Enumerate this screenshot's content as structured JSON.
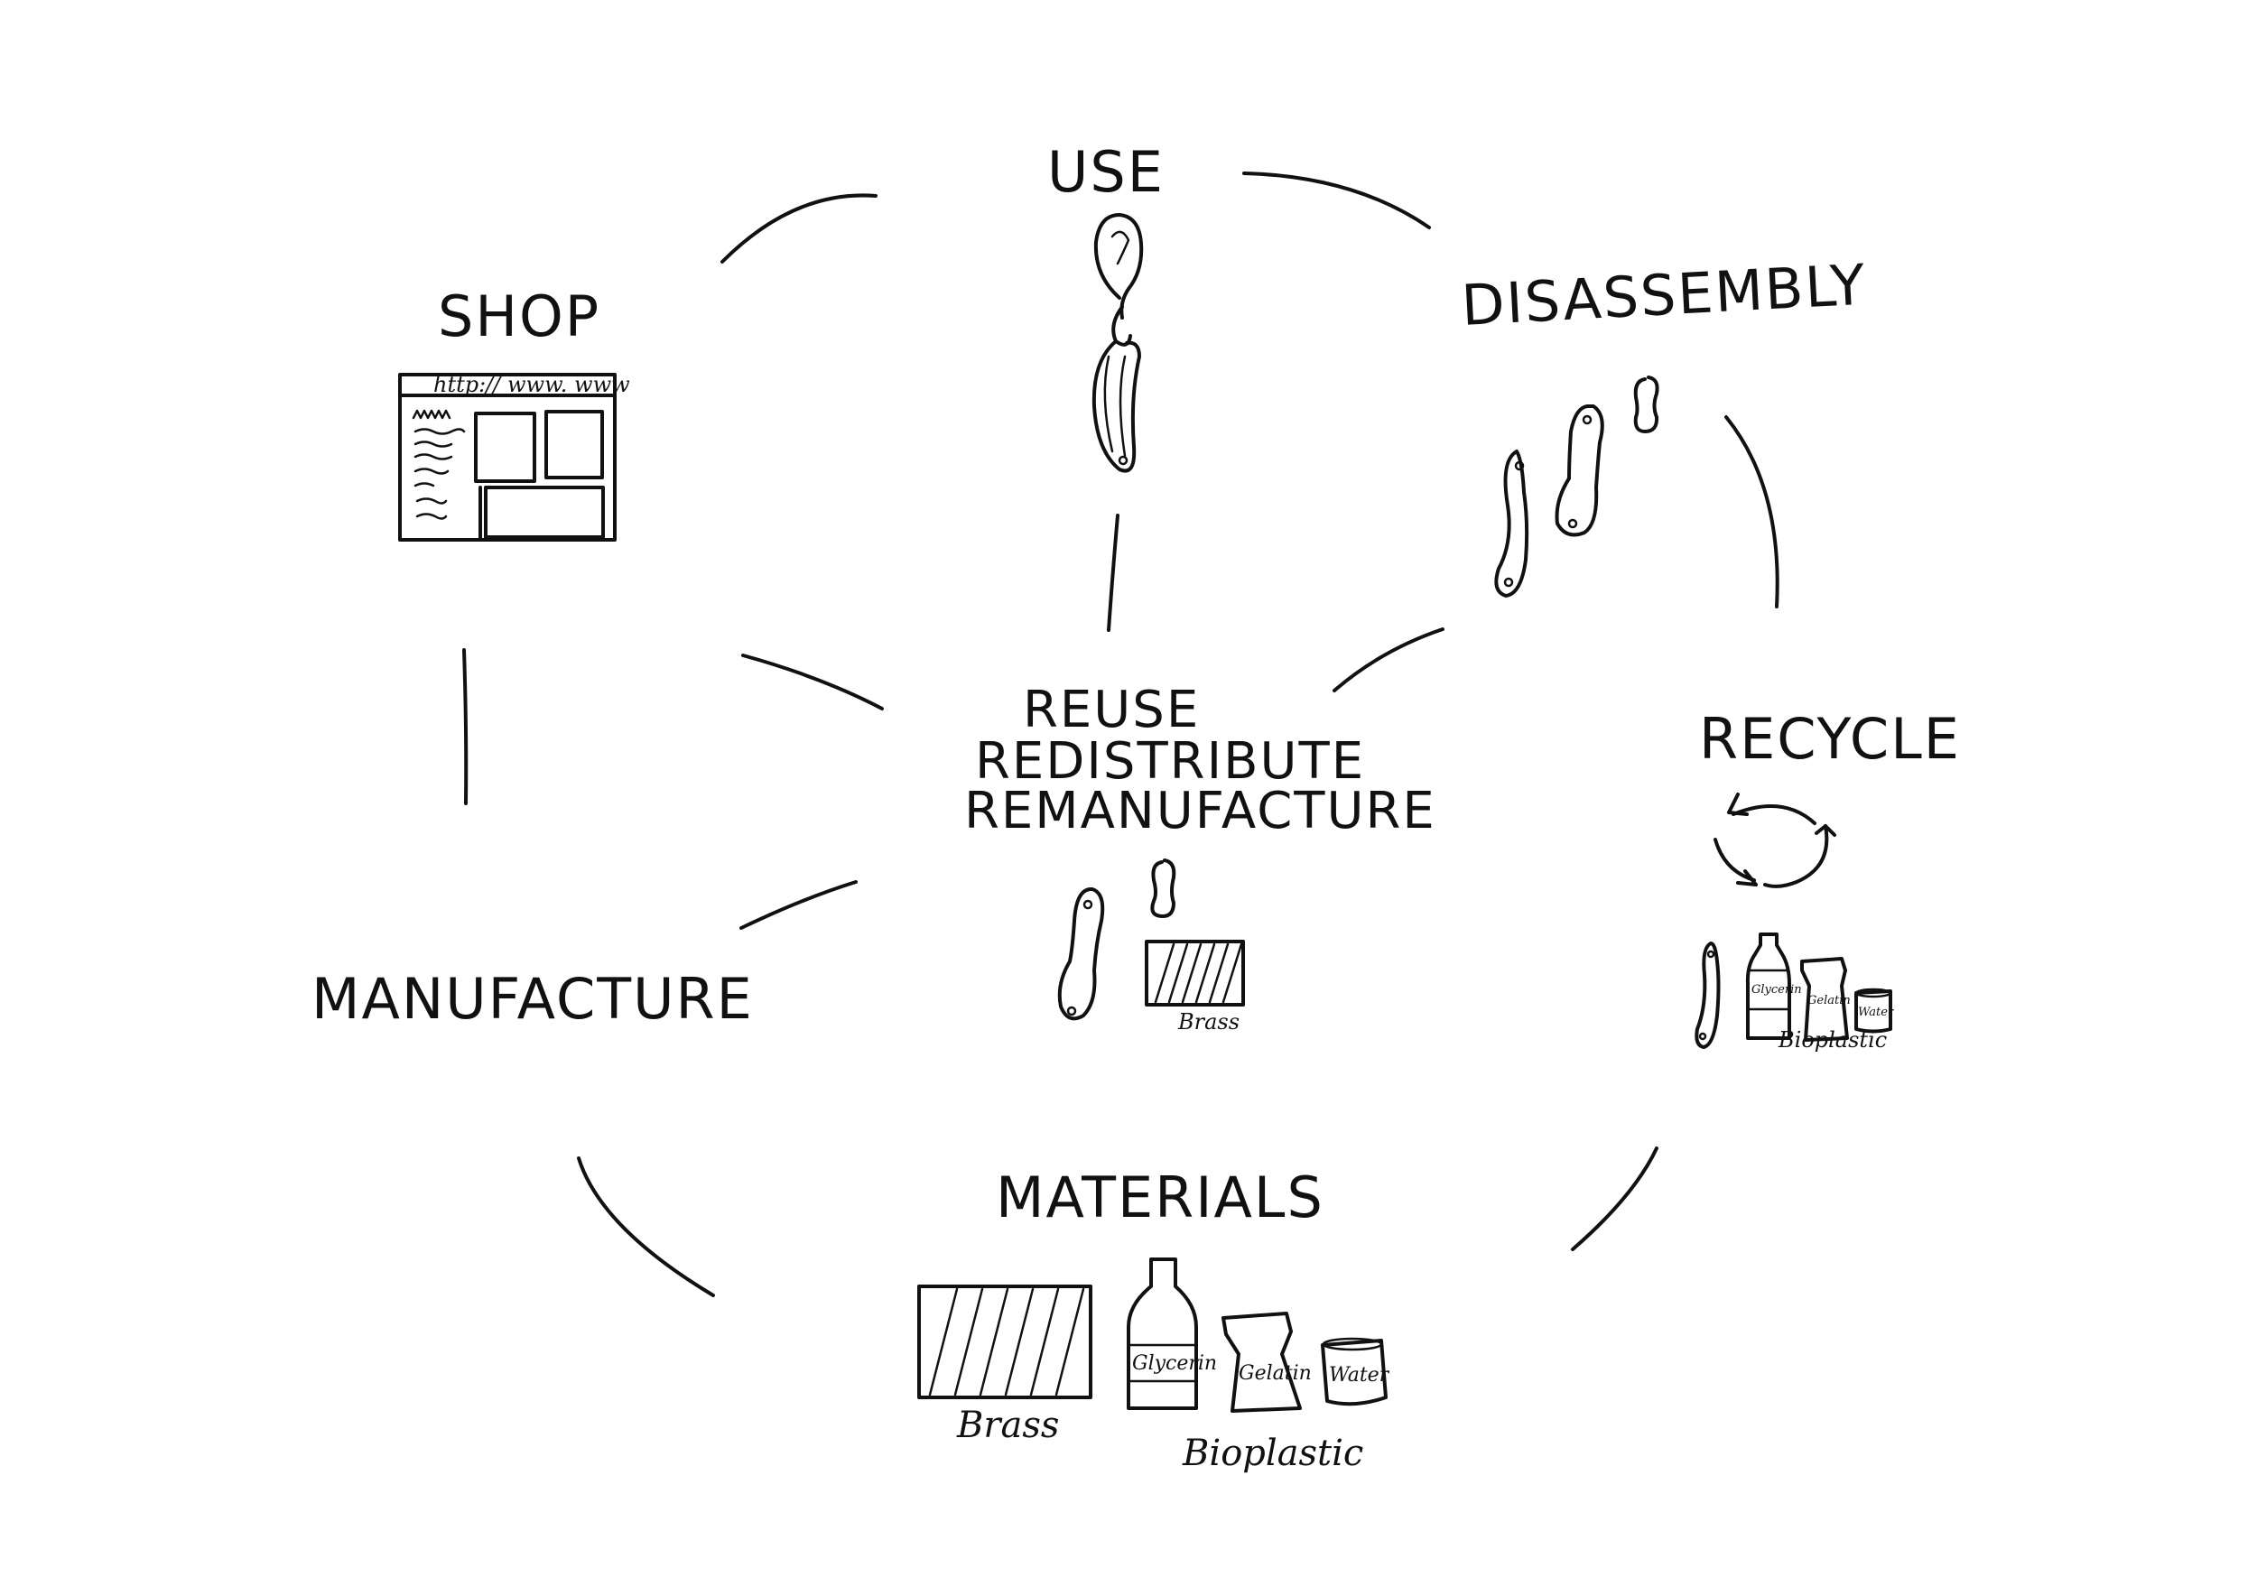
{
  "diagram": {
    "stages": {
      "use": "USE",
      "shop": "SHOP",
      "disassembly": "DISASSEMBLY",
      "recycle": "RECYCLE",
      "manufacture": "MANUFACTURE",
      "materials": "MATERIALS"
    },
    "center": {
      "line1": "REUSE",
      "line2": "REDISTRIBUTE",
      "line3": "REMANUFACTURE",
      "material_label": "Brass"
    },
    "materials": {
      "brass": "Brass",
      "bioplastic": "Bioplastic",
      "glycerin": "Glycerin",
      "gelatin": "Gelatin",
      "water": "Water"
    },
    "recycle_group": {
      "bioplastic": "Bioplastic",
      "glycerin": "Glycerin",
      "gelatin": "Gelatin",
      "water": "Water"
    },
    "browser": {
      "url": "http:// www. www"
    }
  }
}
